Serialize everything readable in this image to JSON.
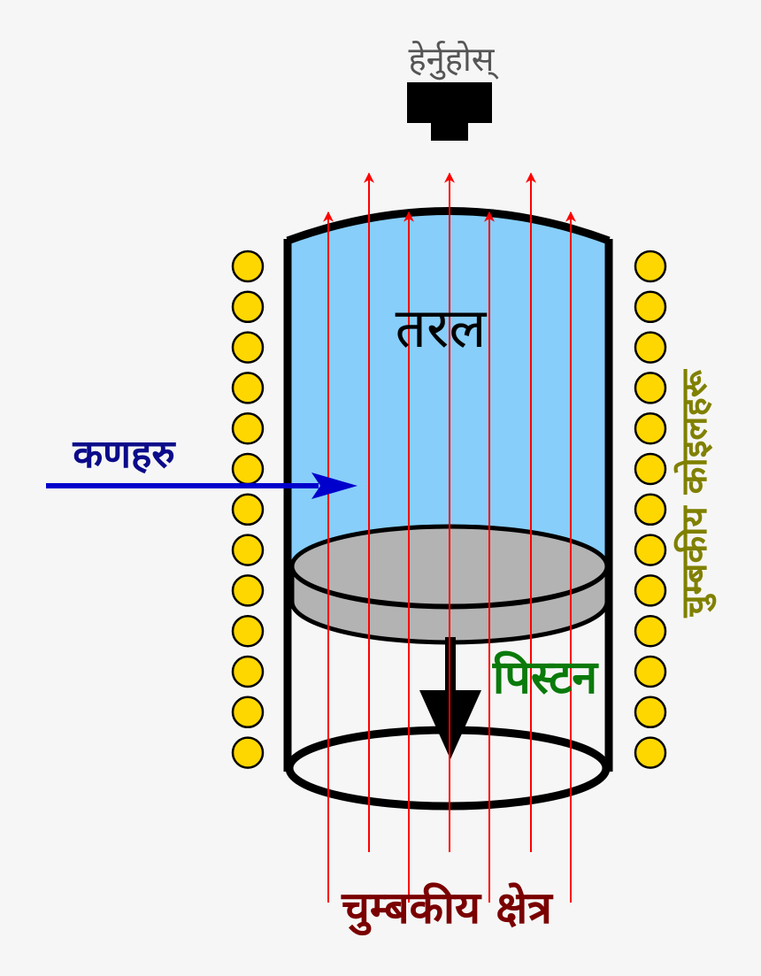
{
  "labels": {
    "detector": "हेर्नुहोस्",
    "fluid": "तरल",
    "particles": "कणहरु",
    "piston": "पिस्टन",
    "coils": "चुम्बकीय कोइलहरू",
    "field": "चुम्बकीय क्षेत्र"
  },
  "colors": {
    "fluid_fill": "#87cefa",
    "piston_fill": "#b3b3b3",
    "field_lines": "#ff0000",
    "coil_fill": "#ffd700",
    "particles_arrow": "#0000cc",
    "particles_text": "#0b0b8a",
    "piston_text": "#0a7a0a",
    "coils_text": "#808000",
    "field_text": "#7a0000",
    "detector_text": "#555555"
  }
}
